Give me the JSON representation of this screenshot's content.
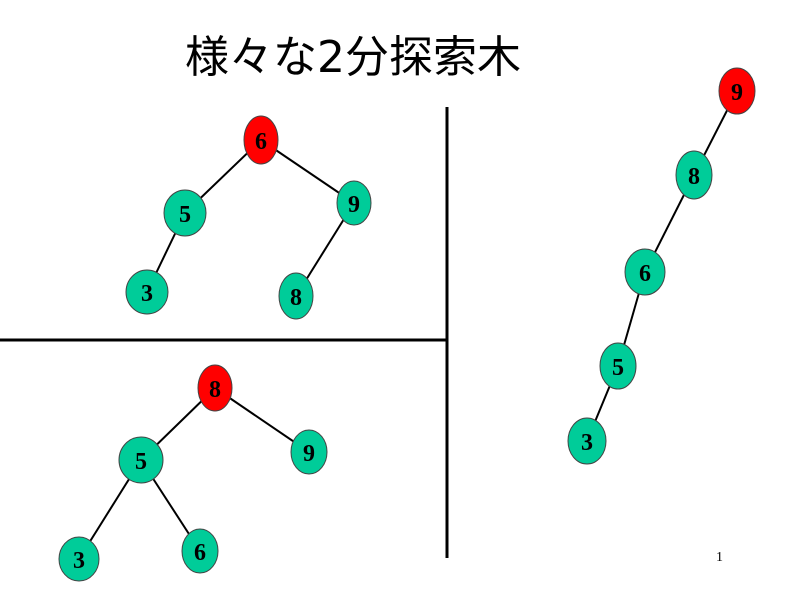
{
  "slide": {
    "title": "様々な2分探索木",
    "page_number": "1"
  },
  "colors": {
    "root_node": "#ff0000",
    "node": "#00cc99",
    "edge": "#000000",
    "divider": "#000000"
  },
  "trees": [
    {
      "name": "tree-top-left",
      "root": "6",
      "nodes": [
        "6",
        "5",
        "9",
        "3",
        "8"
      ],
      "edges": [
        [
          "6",
          "5"
        ],
        [
          "6",
          "9"
        ],
        [
          "5",
          "3"
        ],
        [
          "9",
          "8"
        ]
      ]
    },
    {
      "name": "tree-bottom-left",
      "root": "8",
      "nodes": [
        "8",
        "5",
        "9",
        "3",
        "6"
      ],
      "edges": [
        [
          "8",
          "5"
        ],
        [
          "8",
          "9"
        ],
        [
          "5",
          "3"
        ],
        [
          "5",
          "6"
        ]
      ]
    },
    {
      "name": "tree-right-chain",
      "root": "9",
      "nodes": [
        "9",
        "8",
        "6",
        "5",
        "3"
      ],
      "edges": [
        [
          "9",
          "8"
        ],
        [
          "8",
          "6"
        ],
        [
          "6",
          "5"
        ],
        [
          "5",
          "3"
        ]
      ]
    }
  ]
}
